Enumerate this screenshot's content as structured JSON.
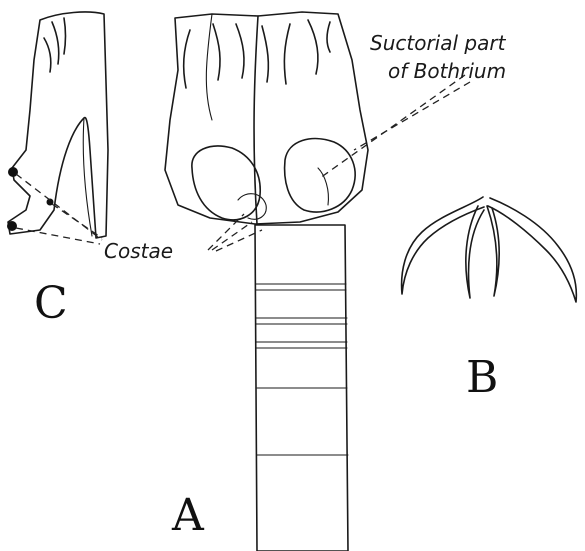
{
  "labels": {
    "suctorial_line1": "Suctorial part",
    "suctorial_line2": "of Bothrium",
    "costae": "Costae"
  },
  "panel_letters": {
    "a": "A",
    "b": "B",
    "c": "C"
  },
  "colors": {
    "ink": "#1a1a1a",
    "stipple": "#4a4a4a",
    "background": "#ffffff"
  }
}
